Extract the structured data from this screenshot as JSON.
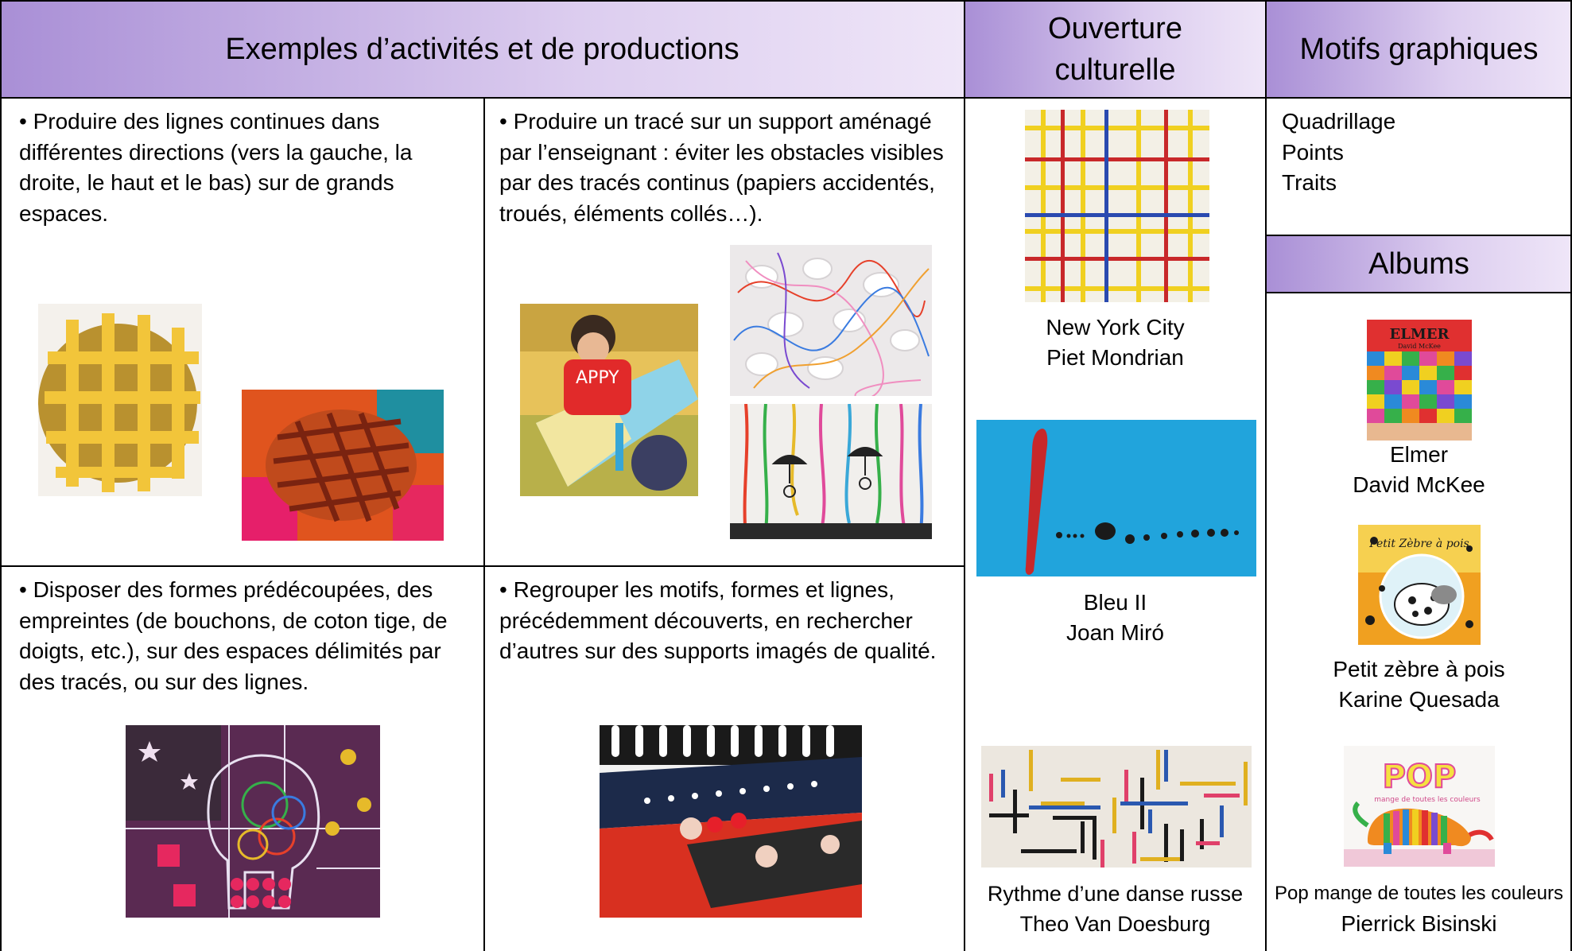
{
  "headers": {
    "examples": "Exemples d’activités et de productions",
    "culture": "Ouverture culturelle",
    "motifs": "Motifs graphiques",
    "albums": "Albums"
  },
  "cells": {
    "top_left": "• Produire des lignes continues dans différentes directions (vers la gauche, la droite, le haut et le bas) sur de grands espaces.",
    "top_right": "• Produire un tracé sur un support aménagé par l’enseignant : éviter les obstacles visibles par des tracés continus (papiers accidentés, troués, éléments collés…).",
    "bottom_left": "• Disposer des formes prédécoupées, des empreintes (de bouchons, de coton tige, de doigts, etc.), sur des espaces délimités par des tracés, ou sur des lignes.",
    "bottom_right": "• Regrouper les motifs, formes et lignes, précédemment découverts, en rechercher d’autres sur des supports imagés de qualité."
  },
  "motifs": [
    "Quadrillage",
    "Points",
    "Traits"
  ],
  "artworks": [
    {
      "title": "New York City",
      "artist": "Piet Mondrian"
    },
    {
      "title": "Bleu II",
      "artist": "Joan Miró"
    },
    {
      "title": "Rythme d’une danse russe",
      "artist": "Theo Van Doesburg"
    }
  ],
  "albums": [
    {
      "title": "Elmer",
      "author": "David McKee",
      "cover_title": "ELMER",
      "cover_author": "David McKee"
    },
    {
      "title": "Petit zèbre à pois",
      "author": "Karine Quesada",
      "cover_title": "Petit Zèbre à pois"
    },
    {
      "title": "Pop mange de toutes les couleurs",
      "author": "Pierrick Bisinski",
      "cover_title": "POP",
      "cover_subtitle": "mange de toutes les couleurs"
    }
  ],
  "colors": {
    "header_start": "#a98fd6",
    "header_end": "#efe6f8",
    "border": "#000000"
  }
}
